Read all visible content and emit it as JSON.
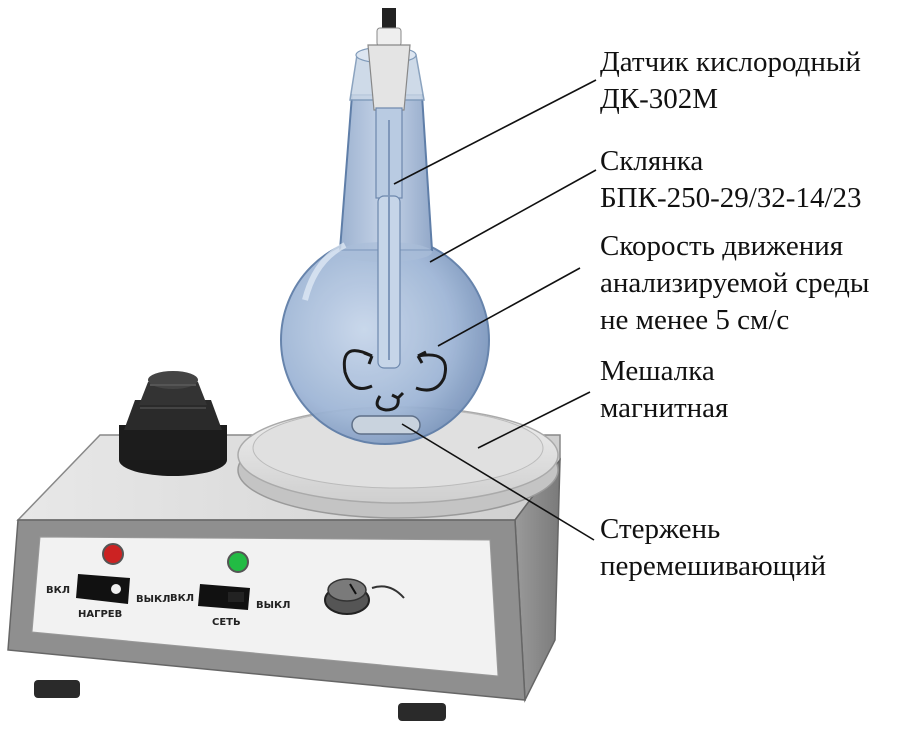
{
  "labels": {
    "sensor": {
      "line1": "Датчик кислородный",
      "line2": "ДК-302М"
    },
    "flask": {
      "line1": "Склянка",
      "line2": "БПК-250-29/32-14/23"
    },
    "speed": {
      "line1": "Скорость движения",
      "line2": "анализируемой среды",
      "line3": "не менее 5 см/с"
    },
    "stirrer": {
      "line1": "Мешалка",
      "line2": "магнитная"
    },
    "rod": {
      "line1": "Стержень",
      "line2": "перемешивающий"
    }
  },
  "panel": {
    "heat_on": "ВКЛ",
    "heat_off": "ВЫКЛ",
    "heat_label": "НАГРЕВ",
    "net_on": "ВКЛ",
    "net_off": "ВЫКЛ",
    "net_label": "СЕТЬ"
  },
  "colors": {
    "flask_liquid": "#9fb6d6",
    "device_body": "#8f8f8f",
    "front_panel": "#f2f2f2",
    "heat_lamp": "#cc2222",
    "net_lamp": "#22bb44"
  }
}
